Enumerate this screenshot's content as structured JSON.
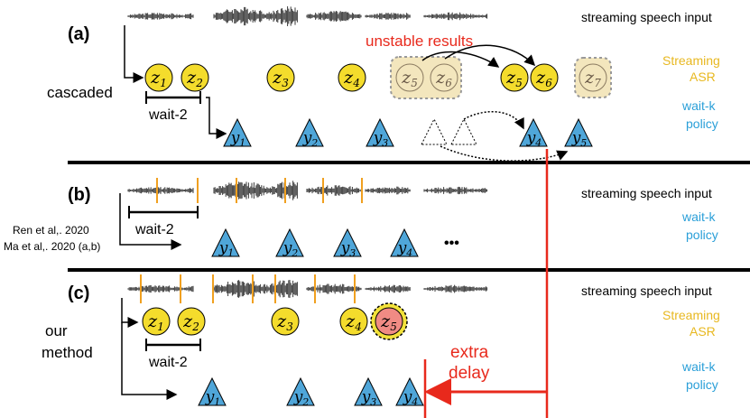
{
  "colors": {
    "asr": "#e8b820",
    "policy": "#2a9fd8",
    "red": "#e8291c",
    "token_fill": "#f4dc2c",
    "tri_fill": "#4fa6d9",
    "unstable_fill": "#f3e6bd",
    "extra_fill": "#f08b84",
    "tick": "#f0a020"
  },
  "panel_a": {
    "label": "(a)",
    "input_label": "streaming speech input",
    "side_label": "cascaded",
    "asr_label": [
      "Streaming",
      "ASR"
    ],
    "policy_label": [
      "wait-k",
      "policy"
    ],
    "wait_label": "wait-2",
    "unstable_label": "unstable results",
    "src_tokens": [
      "z1",
      "z2",
      "z3",
      "z4",
      "z5",
      "z6",
      "z5",
      "z6",
      "z7"
    ],
    "tgt_tokens": [
      "y1",
      "y2",
      "y3",
      "y4",
      "y5"
    ]
  },
  "panel_b": {
    "label": "(b)",
    "input_label": "streaming speech input",
    "side_label": [
      "Ren et al,. 2020",
      "Ma et al,. 2020 (a,b)"
    ],
    "policy_label": [
      "wait-k",
      "policy"
    ],
    "wait_label": "wait-2",
    "tgt_tokens": [
      "y1",
      "y2",
      "y3",
      "y4"
    ],
    "ellipsis": "•••"
  },
  "panel_c": {
    "label": "(c)",
    "input_label": "streaming speech input",
    "side_label": [
      "our",
      "method"
    ],
    "asr_label": [
      "Streaming",
      "ASR"
    ],
    "policy_label": [
      "wait-k",
      "policy"
    ],
    "wait_label": "wait-2",
    "extra_label": [
      "extra",
      "delay"
    ],
    "src_tokens": [
      "z1",
      "z2",
      "z3",
      "z4",
      "z5"
    ],
    "tgt_tokens": [
      "y1",
      "y2",
      "y3",
      "y4"
    ]
  }
}
